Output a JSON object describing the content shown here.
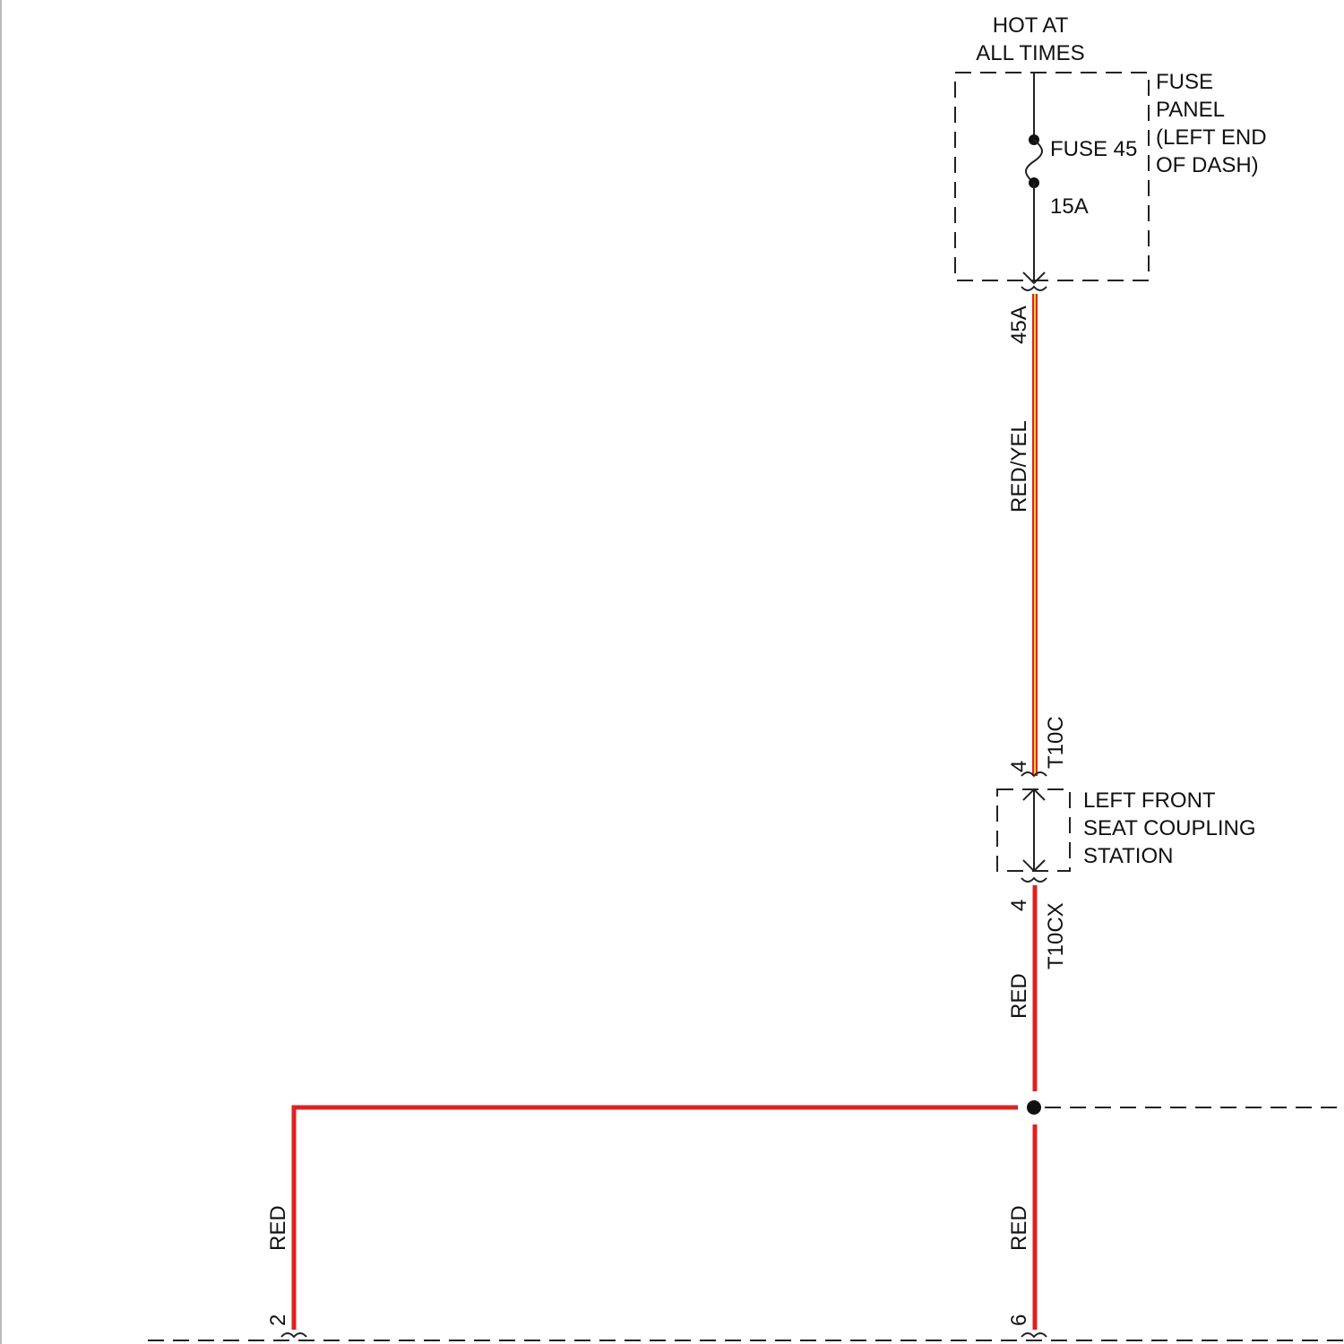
{
  "power_source": {
    "line1": "HOT AT",
    "line2": "ALL TIMES"
  },
  "fuse_panel": {
    "line1": "FUSE",
    "line2": "PANEL",
    "line3": "(LEFT END",
    "line4": "OF DASH)"
  },
  "fuse": {
    "name": "FUSE 45",
    "rating": "15A"
  },
  "connectors": {
    "fuse_out_terminal": "45A",
    "t10c_pin": "4",
    "t10c_name": "T10C",
    "t10cx_pin": "4",
    "t10cx_name": "T10CX",
    "bottom_left_pin": "2",
    "bottom_right_pin": "6"
  },
  "seat_coupling": {
    "line1": "LEFT FRONT",
    "line2": "SEAT COUPLING",
    "line3": "STATION"
  },
  "wires": {
    "upper": {
      "label": "RED/YEL",
      "primary_color": "#e02020",
      "tracer_color": "#f2d22a"
    },
    "lower": {
      "label": "RED",
      "color": "#e02020"
    },
    "left_drop": {
      "label": "RED"
    },
    "right_drop": {
      "label": "RED"
    }
  },
  "colors": {
    "line": "#222222",
    "text": "#111111",
    "background": "#ffffff"
  }
}
